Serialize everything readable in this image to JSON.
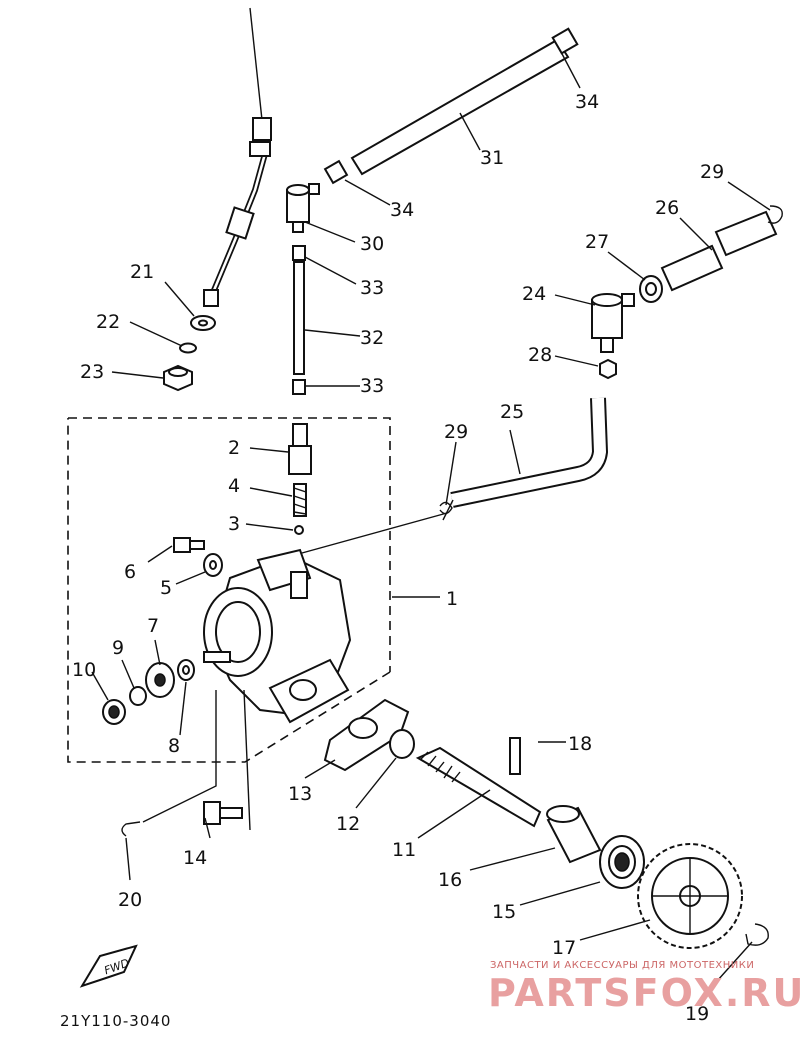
{
  "diagram": {
    "callouts": {
      "p1": "1",
      "p2": "2",
      "p3": "3",
      "p4": "4",
      "p5": "5",
      "p6": "6",
      "p7": "7",
      "p8": "8",
      "p9": "9",
      "p10": "10",
      "p11": "11",
      "p12": "12",
      "p13": "13",
      "p14": "14",
      "p15": "15",
      "p16": "16",
      "p17": "17",
      "p18": "18",
      "p19": "19",
      "p20": "20",
      "p21": "21",
      "p22": "22",
      "p23": "23",
      "p24": "24",
      "p25": "25",
      "p26": "26",
      "p27": "27",
      "p28": "28",
      "p29a": "29",
      "p29b": "29",
      "p30": "30",
      "p31": "31",
      "p32": "32",
      "p33a": "33",
      "p33b": "33",
      "p34a": "34",
      "p34b": "34"
    },
    "fwd_label": "FWD",
    "drawing_code": "21Y110-3040"
  },
  "watermark": {
    "tagline": "ЗАПЧАСТИ И АКСЕССУАРЫ ДЛЯ МОТОТЕХНИКИ",
    "brand": "PARTSFOX.RU"
  },
  "colors": {
    "line": "#111111",
    "watermark": "#e8a0a0"
  }
}
